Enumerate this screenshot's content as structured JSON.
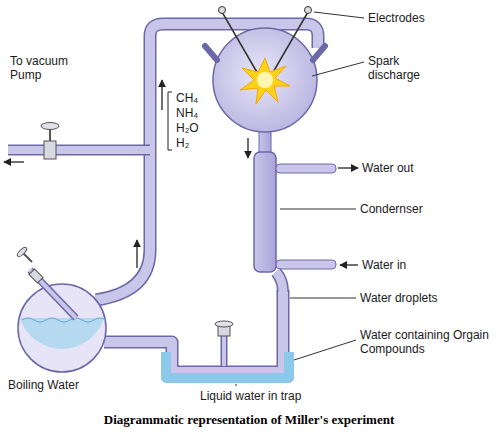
{
  "diagram": {
    "caption": "Diagrammatic representation of Miller's experiment",
    "labels": [
      "To vacuum Pump",
      "Electrodes",
      "Spark discharge",
      "CH₄",
      "NH₄",
      "H₂O",
      "H₂",
      "Water out",
      "Condernser",
      "Water in",
      "Water droplets",
      "Water containing Orgain Compounds",
      "Boiling Water",
      "Liquid water in trap"
    ]
  }
}
